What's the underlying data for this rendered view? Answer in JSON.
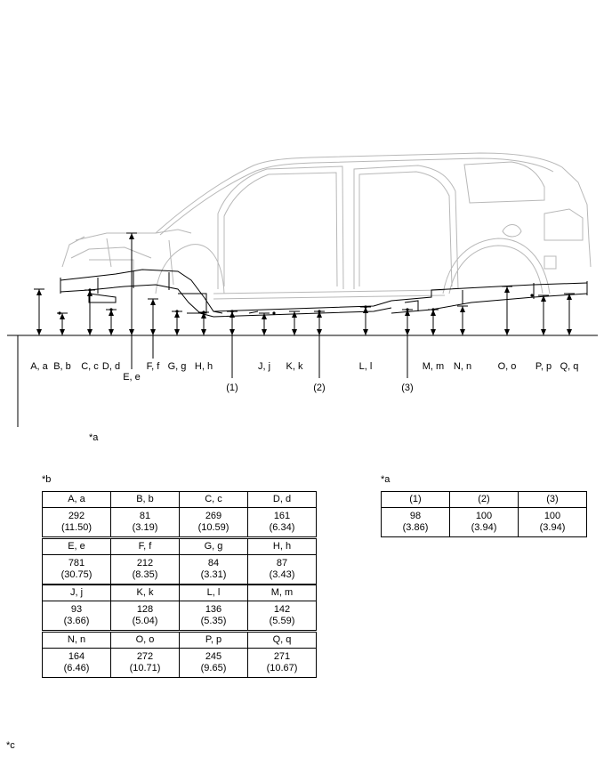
{
  "reference_notes": {
    "datum_ref": "*a",
    "table_a_ref": "*a",
    "table_b_ref": "*b",
    "footer_ref": "*c"
  },
  "point_labels": {
    "A": "A, a",
    "B": "B, b",
    "C": "C, c",
    "D": "D, d",
    "E": "E, e",
    "F": "F, f",
    "G": "G, g",
    "H": "H, h",
    "J": "J, j",
    "K": "K, k",
    "L": "L, l",
    "M": "M, m",
    "N": "N, n",
    "O": "O, o",
    "P": "P, p",
    "Q": "Q, q",
    "p1": "(1)",
    "p2": "(2)",
    "p3": "(3)"
  },
  "table_b": [
    [
      {
        "label": "A, a",
        "value": "292",
        "inch": "(11.50)"
      },
      {
        "label": "B, b",
        "value": "81",
        "inch": "(3.19)"
      },
      {
        "label": "C, c",
        "value": "269",
        "inch": "(10.59)"
      },
      {
        "label": "D, d",
        "value": "161",
        "inch": "(6.34)"
      }
    ],
    [
      {
        "label": "E, e",
        "value": "781",
        "inch": "(30.75)"
      },
      {
        "label": "F, f",
        "value": "212",
        "inch": "(8.35)"
      },
      {
        "label": "G, g",
        "value": "84",
        "inch": "(3.31)"
      },
      {
        "label": "H, h",
        "value": "87",
        "inch": "(3.43)"
      }
    ],
    [
      {
        "label": "J, j",
        "value": "93",
        "inch": "(3.66)"
      },
      {
        "label": "K, k",
        "value": "128",
        "inch": "(5.04)"
      },
      {
        "label": "L, l",
        "value": "136",
        "inch": "(5.35)"
      },
      {
        "label": "M, m",
        "value": "142",
        "inch": "(5.59)"
      }
    ],
    [
      {
        "label": "N, n",
        "value": "164",
        "inch": "(6.46)"
      },
      {
        "label": "O, o",
        "value": "272",
        "inch": "(10.71)"
      },
      {
        "label": "P, p",
        "value": "245",
        "inch": "(9.65)"
      },
      {
        "label": "Q, q",
        "value": "271",
        "inch": "(10.67)"
      }
    ]
  ],
  "table_a": [
    {
      "label": "(1)",
      "value": "98",
      "inch": "(3.86)"
    },
    {
      "label": "(2)",
      "value": "100",
      "inch": "(3.94)"
    },
    {
      "label": "(3)",
      "value": "100",
      "inch": "(3.94)"
    }
  ]
}
